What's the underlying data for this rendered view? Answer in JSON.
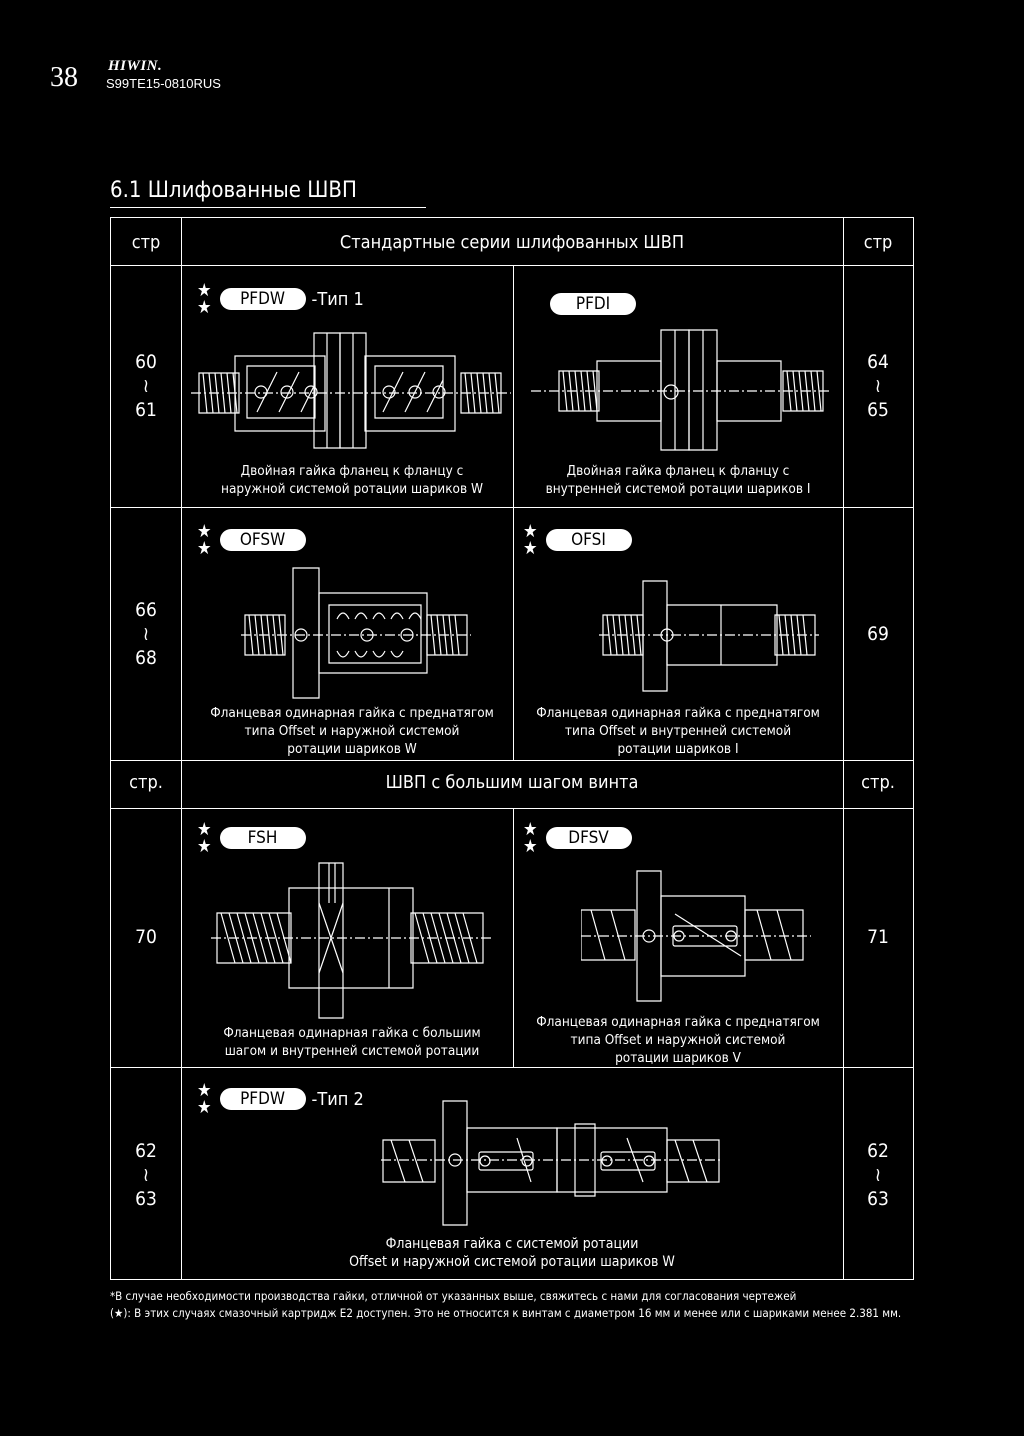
{
  "header": {
    "page_number": "38",
    "brand": "HIWIN.",
    "doc_code": "S99TE15-0810RUS"
  },
  "section_title": "6.1 Шлифованные ШВП",
  "table": {
    "head1": {
      "left": "стр",
      "center": "Стандартные серии шлифованных ШВП",
      "right": "стр"
    },
    "head2": {
      "left": "стр.",
      "center": "ШВП с большим шагом винта",
      "right": "стр."
    },
    "rows": [
      {
        "page_left": [
          "60",
          "≀",
          "61"
        ],
        "page_right": [
          "64",
          "≀",
          "65"
        ],
        "left": {
          "stars": [
            "★",
            "★"
          ],
          "code": "PFDW",
          "suffix": "-Тип 1",
          "caption": [
            "Двойная гайка фланец к фланцу с",
            "наружной системой ротации шариков W"
          ]
        },
        "right": {
          "stars": [],
          "code": "PFDI",
          "suffix": "",
          "caption": [
            "Двойная гайка фланец к фланцу с",
            "внутренней системой ротации шариков I"
          ]
        }
      },
      {
        "page_left": [
          "66",
          "≀",
          "68"
        ],
        "page_right": [
          "69"
        ],
        "left": {
          "stars": [
            "★",
            "★"
          ],
          "code": "OFSW",
          "suffix": "",
          "caption": [
            "Фланцевая одинарная гайка с преднатягом",
            "типа Offset и наружной системой",
            "ротации шариков W"
          ]
        },
        "right": {
          "stars": [
            "★",
            "★"
          ],
          "code": "OFSI",
          "suffix": "",
          "caption": [
            "Фланцевая одинарная гайка с преднатягом",
            "типа Offset и внутренней системой",
            "ротации шариков I"
          ]
        }
      },
      {
        "page_left": [
          "70"
        ],
        "page_right": [
          "71"
        ],
        "left": {
          "stars": [
            "★",
            "★"
          ],
          "code": "FSH",
          "suffix": "",
          "caption": [
            "Фланцевая одинарная гайка с большим",
            "шагом и внутренней системой ротации"
          ]
        },
        "right": {
          "stars": [
            "★",
            "★"
          ],
          "code": "DFSV",
          "suffix": "",
          "caption": [
            "Фланцевая одинарная гайка с преднатягом",
            "типа Offset и наружной системой",
            "ротации шариков V"
          ]
        }
      },
      {
        "page_left": [
          "62",
          "≀",
          "63"
        ],
        "page_right": [
          "62",
          "≀",
          "63"
        ],
        "center": {
          "stars": [
            "★",
            "★"
          ],
          "code": "PFDW",
          "suffix": "-Тип 2",
          "caption": [
            "Фланцевая гайка с системой ротации",
            "Offset и наружной системой ротации шариков W"
          ]
        }
      }
    ]
  },
  "footnotes": {
    "note1": "*В случае необходимости производства гайки, отличной от указанных выше, свяжитесь с нами для согласования чертежей",
    "note2_symbol": "(★)",
    "note2": ": В этих случаях смазочный картридж E2 доступен. Это не относится к винтам с диаметром 16 мм и менее или с шариками менее 2.381 мм."
  }
}
